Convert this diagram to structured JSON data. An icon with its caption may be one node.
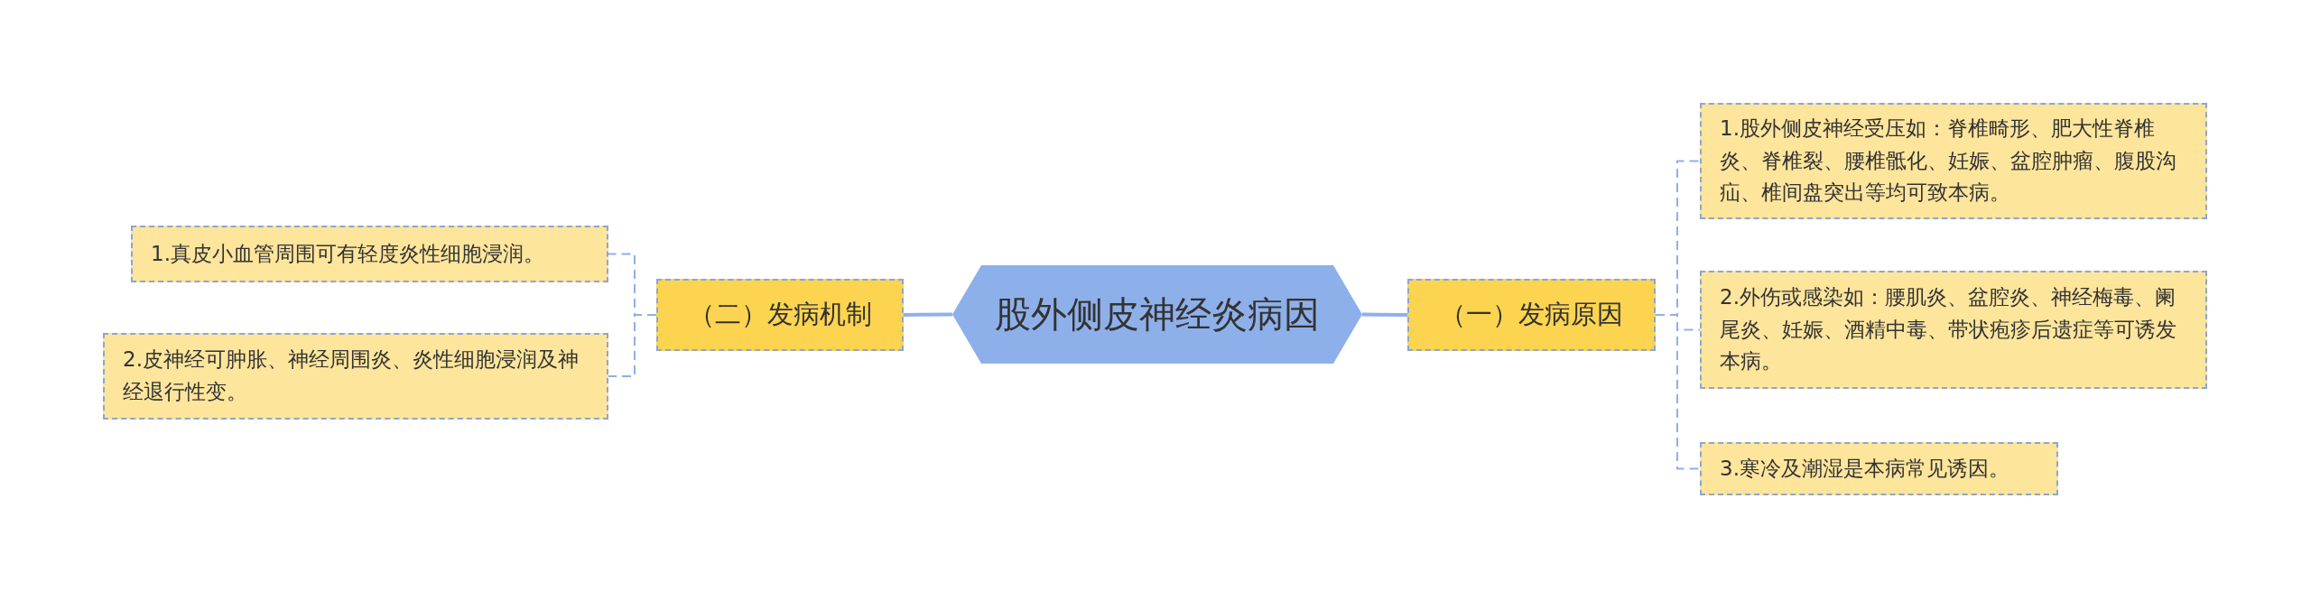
{
  "diagram": {
    "nodes": [
      {
        "text": [
          "股外侧皮神经炎病因"
        ]
      },
      {
        "text": [
          "（二）发病机制"
        ]
      },
      {
        "text": [
          "1.真皮小血管周围可有轻度炎性细胞浸润。"
        ]
      },
      {
        "text": [
          "2.皮神经可肿胀、神经周围炎、炎性细胞浸润及神经退行性变。"
        ]
      },
      {
        "text": [
          "（一）发病原因"
        ]
      },
      {
        "text": [
          "1.股外侧皮神经受压如：脊椎畸形、肥大性脊椎炎、脊椎裂、腰椎骶化、妊娠、盆腔肿瘤、腹股沟疝、椎间盘突出等均可致本病。"
        ]
      },
      {
        "text": [
          "2.外伤或感染如：腰肌炎、盆腔炎、神经梅毒、阑尾炎、妊娠、酒精中毒、带状疱疹后遗症等可诱发本病。"
        ]
      },
      {
        "text": [
          "3.寒冷及潮湿是本病常见诱因。"
        ]
      }
    ],
    "edges": [
      {
        "from": 0,
        "to": 1,
        "arrow": "none"
      },
      {
        "from": 1,
        "to": 2,
        "arrow": "none",
        "style": "dashed"
      },
      {
        "from": 1,
        "to": 3,
        "arrow": "none",
        "style": "dashed"
      },
      {
        "from": 0,
        "to": 4,
        "arrow": "none"
      },
      {
        "from": 4,
        "to": 5,
        "arrow": "none",
        "style": "dashed"
      },
      {
        "from": 4,
        "to": 6,
        "arrow": "none",
        "style": "dashed"
      },
      {
        "from": 4,
        "to": 7,
        "arrow": "none",
        "style": "dashed"
      }
    ]
  }
}
